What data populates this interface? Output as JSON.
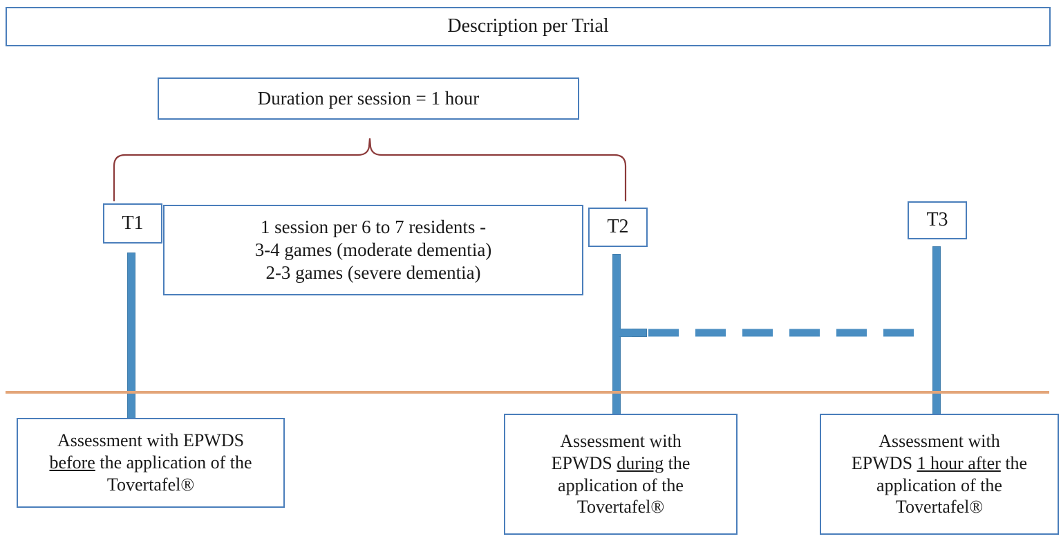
{
  "title": "Description per Trial",
  "duration": "Duration per session = 1 hour",
  "timepoints": {
    "t1": "T1",
    "t2": "T2",
    "t3": "T3"
  },
  "session_details": {
    "line1": "1 session per 6 to 7 residents -",
    "line2": "3-4 games (moderate dementia)",
    "line3": "2-3 games (severe dementia)"
  },
  "assessments": [
    {
      "id": "t1-assessment",
      "line1": "Assessment with EPWDS",
      "emphasis": "before",
      "line2_rest": " the application of the",
      "line3": "Tovertafel®",
      "full_text": "Assessment with EPWDS before the application of the Tovertafel®"
    },
    {
      "id": "t2-assessment",
      "line1": "Assessment with",
      "line2_prefix": "EPWDS ",
      "emphasis": "during",
      "line2_rest": " the",
      "line3": "application of the",
      "line4": "Tovertafel®",
      "full_text": "Assessment with EPWDS during the application of the Tovertafel®"
    },
    {
      "id": "t3-assessment",
      "line1": "Assessment with",
      "line2_prefix": "EPWDS ",
      "emphasis": "1 hour after",
      "line2_rest": " the",
      "line3": "application of the",
      "line4": "Tovertafel®",
      "full_text": "Assessment with EPWDS 1 hour after the application of the Tovertafel®"
    }
  ],
  "colors": {
    "box_border": "#4a7ebb",
    "connector_blue": "#4a8ec2",
    "brace_red": "#8c3a3a",
    "baseline_orange": "#e3a579",
    "text": "#1a1a1a",
    "background": "#ffffff"
  },
  "connectors": {
    "brace_label": "curly-brace-spanning-t1-to-t2",
    "dashed_label": "dashed-line-t2-to-t3"
  }
}
